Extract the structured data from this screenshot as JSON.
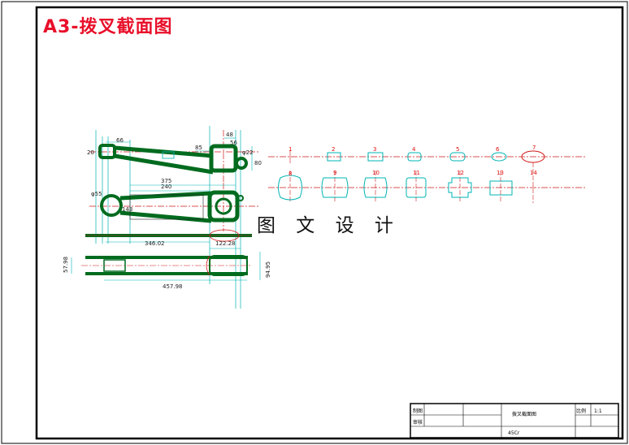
{
  "title": "A3-拨叉截面图",
  "watermark": "图 文 设 计",
  "colors": {
    "frame": "#000000",
    "part": "#006b1e",
    "centerline": "#d01818",
    "dimension": "#00b4b4",
    "section_label": "#e01010",
    "title": "#e8102a"
  },
  "dimensions": {
    "d66": "66",
    "d48": "48",
    "d56": "56",
    "d85": "85",
    "d20": "20",
    "phi22": "φ22",
    "d80": "80",
    "d375": "375",
    "d240": "240",
    "phi55": "φ55",
    "d143": "143",
    "d346": "346.02",
    "d122": "122.28",
    "d5798": "57.98",
    "d9495": "94.95",
    "d45798": "457.98"
  },
  "section_labels_top": [
    "1",
    "2",
    "3",
    "4",
    "5",
    "6",
    "7"
  ],
  "section_labels_bottom": [
    "8",
    "9",
    "10",
    "11",
    "12",
    "13",
    "14"
  ],
  "title_block": {
    "row1_label": "制图",
    "row2_label": "审核",
    "part_name": "拨叉截面图",
    "scale_label": "比例",
    "scale_value": "1:1",
    "material": "45Cr"
  }
}
